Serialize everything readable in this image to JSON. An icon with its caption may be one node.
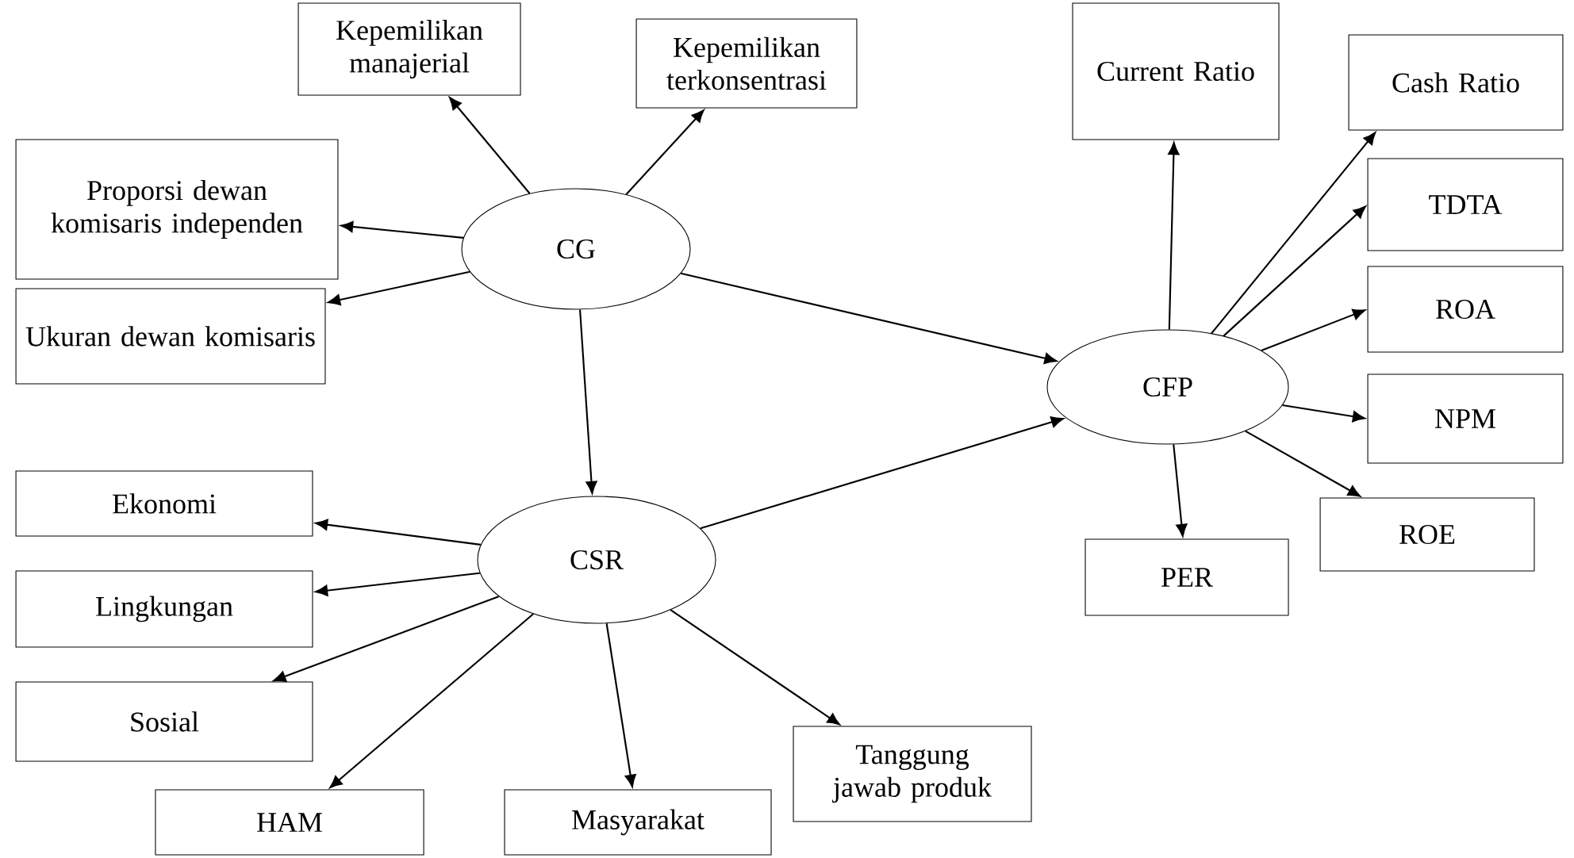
{
  "diagram": {
    "nodes": [
      {
        "text": [
          "CG"
        ]
      },
      {
        "text": [
          "Kepemilikan manajerial"
        ]
      },
      {
        "text": [
          "Kepemilikan terkonsentrasi"
        ]
      },
      {
        "text": [
          "Proporsi dewan komisaris independen"
        ]
      },
      {
        "text": [
          "Ukuran dewan komisaris"
        ]
      },
      {
        "text": [
          "CSR"
        ]
      },
      {
        "text": [
          "Ekonomi"
        ]
      },
      {
        "text": [
          "Lingkungan"
        ]
      },
      {
        "text": [
          "Sosial"
        ]
      },
      {
        "text": [
          "HAM"
        ]
      },
      {
        "text": [
          "Masyarakat"
        ]
      },
      {
        "text": [
          "Tanggung jawab produk"
        ]
      },
      {
        "text": [
          "CFP"
        ]
      },
      {
        "text": [
          "Current Ratio"
        ]
      },
      {
        "text": [
          "Cash Ratio"
        ]
      },
      {
        "text": [
          "TDTA"
        ]
      },
      {
        "text": [
          "ROA"
        ]
      },
      {
        "text": [
          "NPM"
        ]
      },
      {
        "text": [
          "ROE"
        ]
      },
      {
        "text": [
          "PER"
        ]
      }
    ],
    "edges": [
      {
        "from": 0,
        "to": 1,
        "arrow": "to"
      },
      {
        "from": 0,
        "to": 2,
        "arrow": "to"
      },
      {
        "from": 0,
        "to": 3,
        "arrow": "to"
      },
      {
        "from": 0,
        "to": 4,
        "arrow": "to"
      },
      {
        "from": 0,
        "to": 12,
        "arrow": "to"
      },
      {
        "from": 0,
        "to": 5,
        "arrow": "to"
      },
      {
        "from": 5,
        "to": 12,
        "arrow": "to"
      },
      {
        "from": 5,
        "to": 6,
        "arrow": "to"
      },
      {
        "from": 5,
        "to": 7,
        "arrow": "to"
      },
      {
        "from": 5,
        "to": 8,
        "arrow": "to"
      },
      {
        "from": 5,
        "to": 9,
        "arrow": "to"
      },
      {
        "from": 5,
        "to": 10,
        "arrow": "to"
      },
      {
        "from": 5,
        "to": 11,
        "arrow": "to"
      },
      {
        "from": 12,
        "to": 13,
        "arrow": "to"
      },
      {
        "from": 12,
        "to": 14,
        "arrow": "to"
      },
      {
        "from": 12,
        "to": 15,
        "arrow": "to"
      },
      {
        "from": 12,
        "to": 16,
        "arrow": "to"
      },
      {
        "from": 12,
        "to": 17,
        "arrow": "to"
      },
      {
        "from": 12,
        "to": 18,
        "arrow": "to"
      },
      {
        "from": 12,
        "to": 19,
        "arrow": "to"
      }
    ]
  }
}
